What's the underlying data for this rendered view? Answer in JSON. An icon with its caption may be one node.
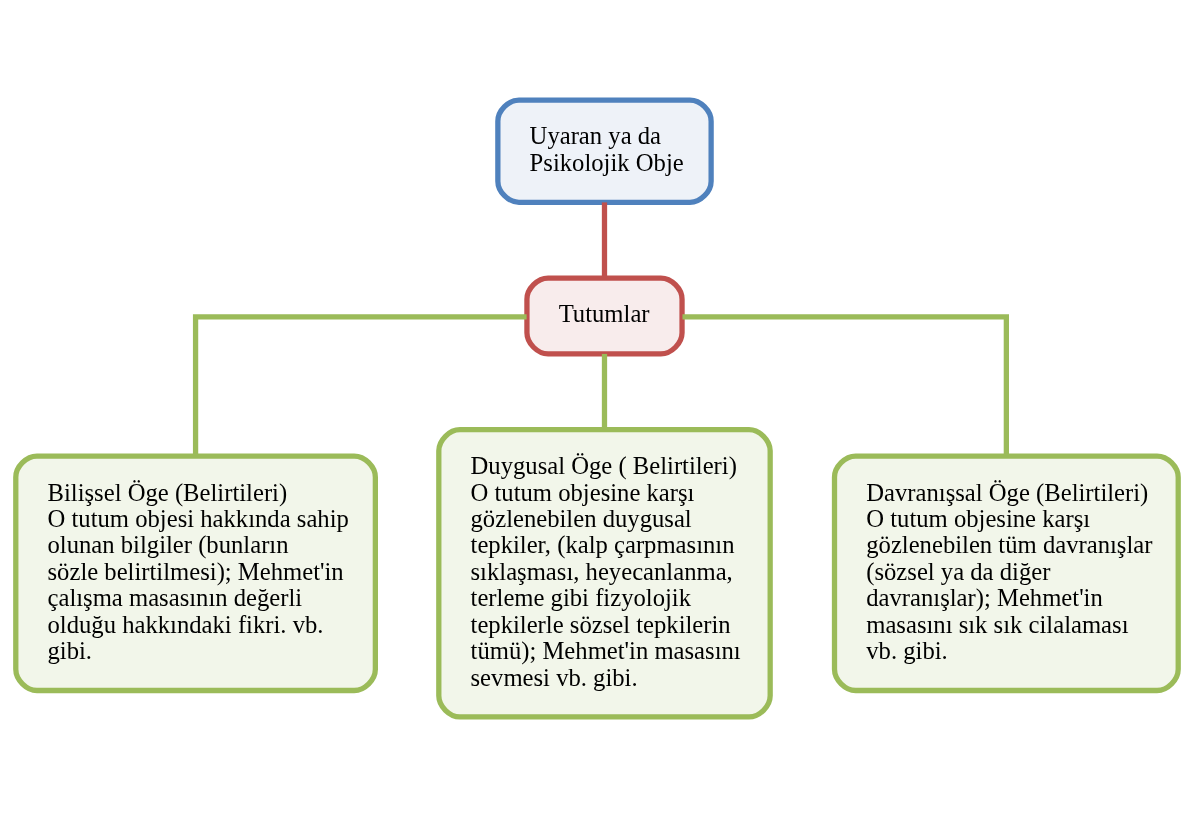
{
  "diagram": {
    "nodes": [
      {
        "text": [
          "Uyaran ya da Psikolojik Obje"
        ]
      },
      {
        "text": [
          "Tutumlar"
        ]
      },
      {
        "text": [
          "Bilişsel Öge (Belirtileri)",
          "O tutum objesi hakkında sahip olunan bilgiler (bunların sözle belirtilmesi); Mehmet'in çalışma masasının değerli olduğu hakkındaki fikri. vb. gibi."
        ]
      },
      {
        "text": [
          "Duygusal Öge ( Belirtileri)",
          "O tutum objesine karşı gözlenebilen duygusal tepkiler, (kalp çarpmasının sıklaşması, heyecanlanma, terleme gibi fizyolojik tepkilerle sözsel tepkilerin tümü); Mehmet'in masasını sevmesi vb. gibi."
        ]
      },
      {
        "text": [
          "Davranışsal Öge (Belirtileri)",
          "O tutum objesine karşı gözlenebilen tüm davranışlar (sözsel ya da diğer davranışlar); Mehmet'in masasını sık sık cilalaması vb. gibi."
        ]
      }
    ],
    "edges": [
      {
        "from": 0,
        "to": 1,
        "arrow": "none",
        "color": "#c0504d"
      },
      {
        "from": 1,
        "to": 2,
        "arrow": "none"
      },
      {
        "from": 1,
        "to": 3,
        "arrow": "none"
      },
      {
        "from": 1,
        "to": 4,
        "arrow": "none"
      }
    ]
  }
}
